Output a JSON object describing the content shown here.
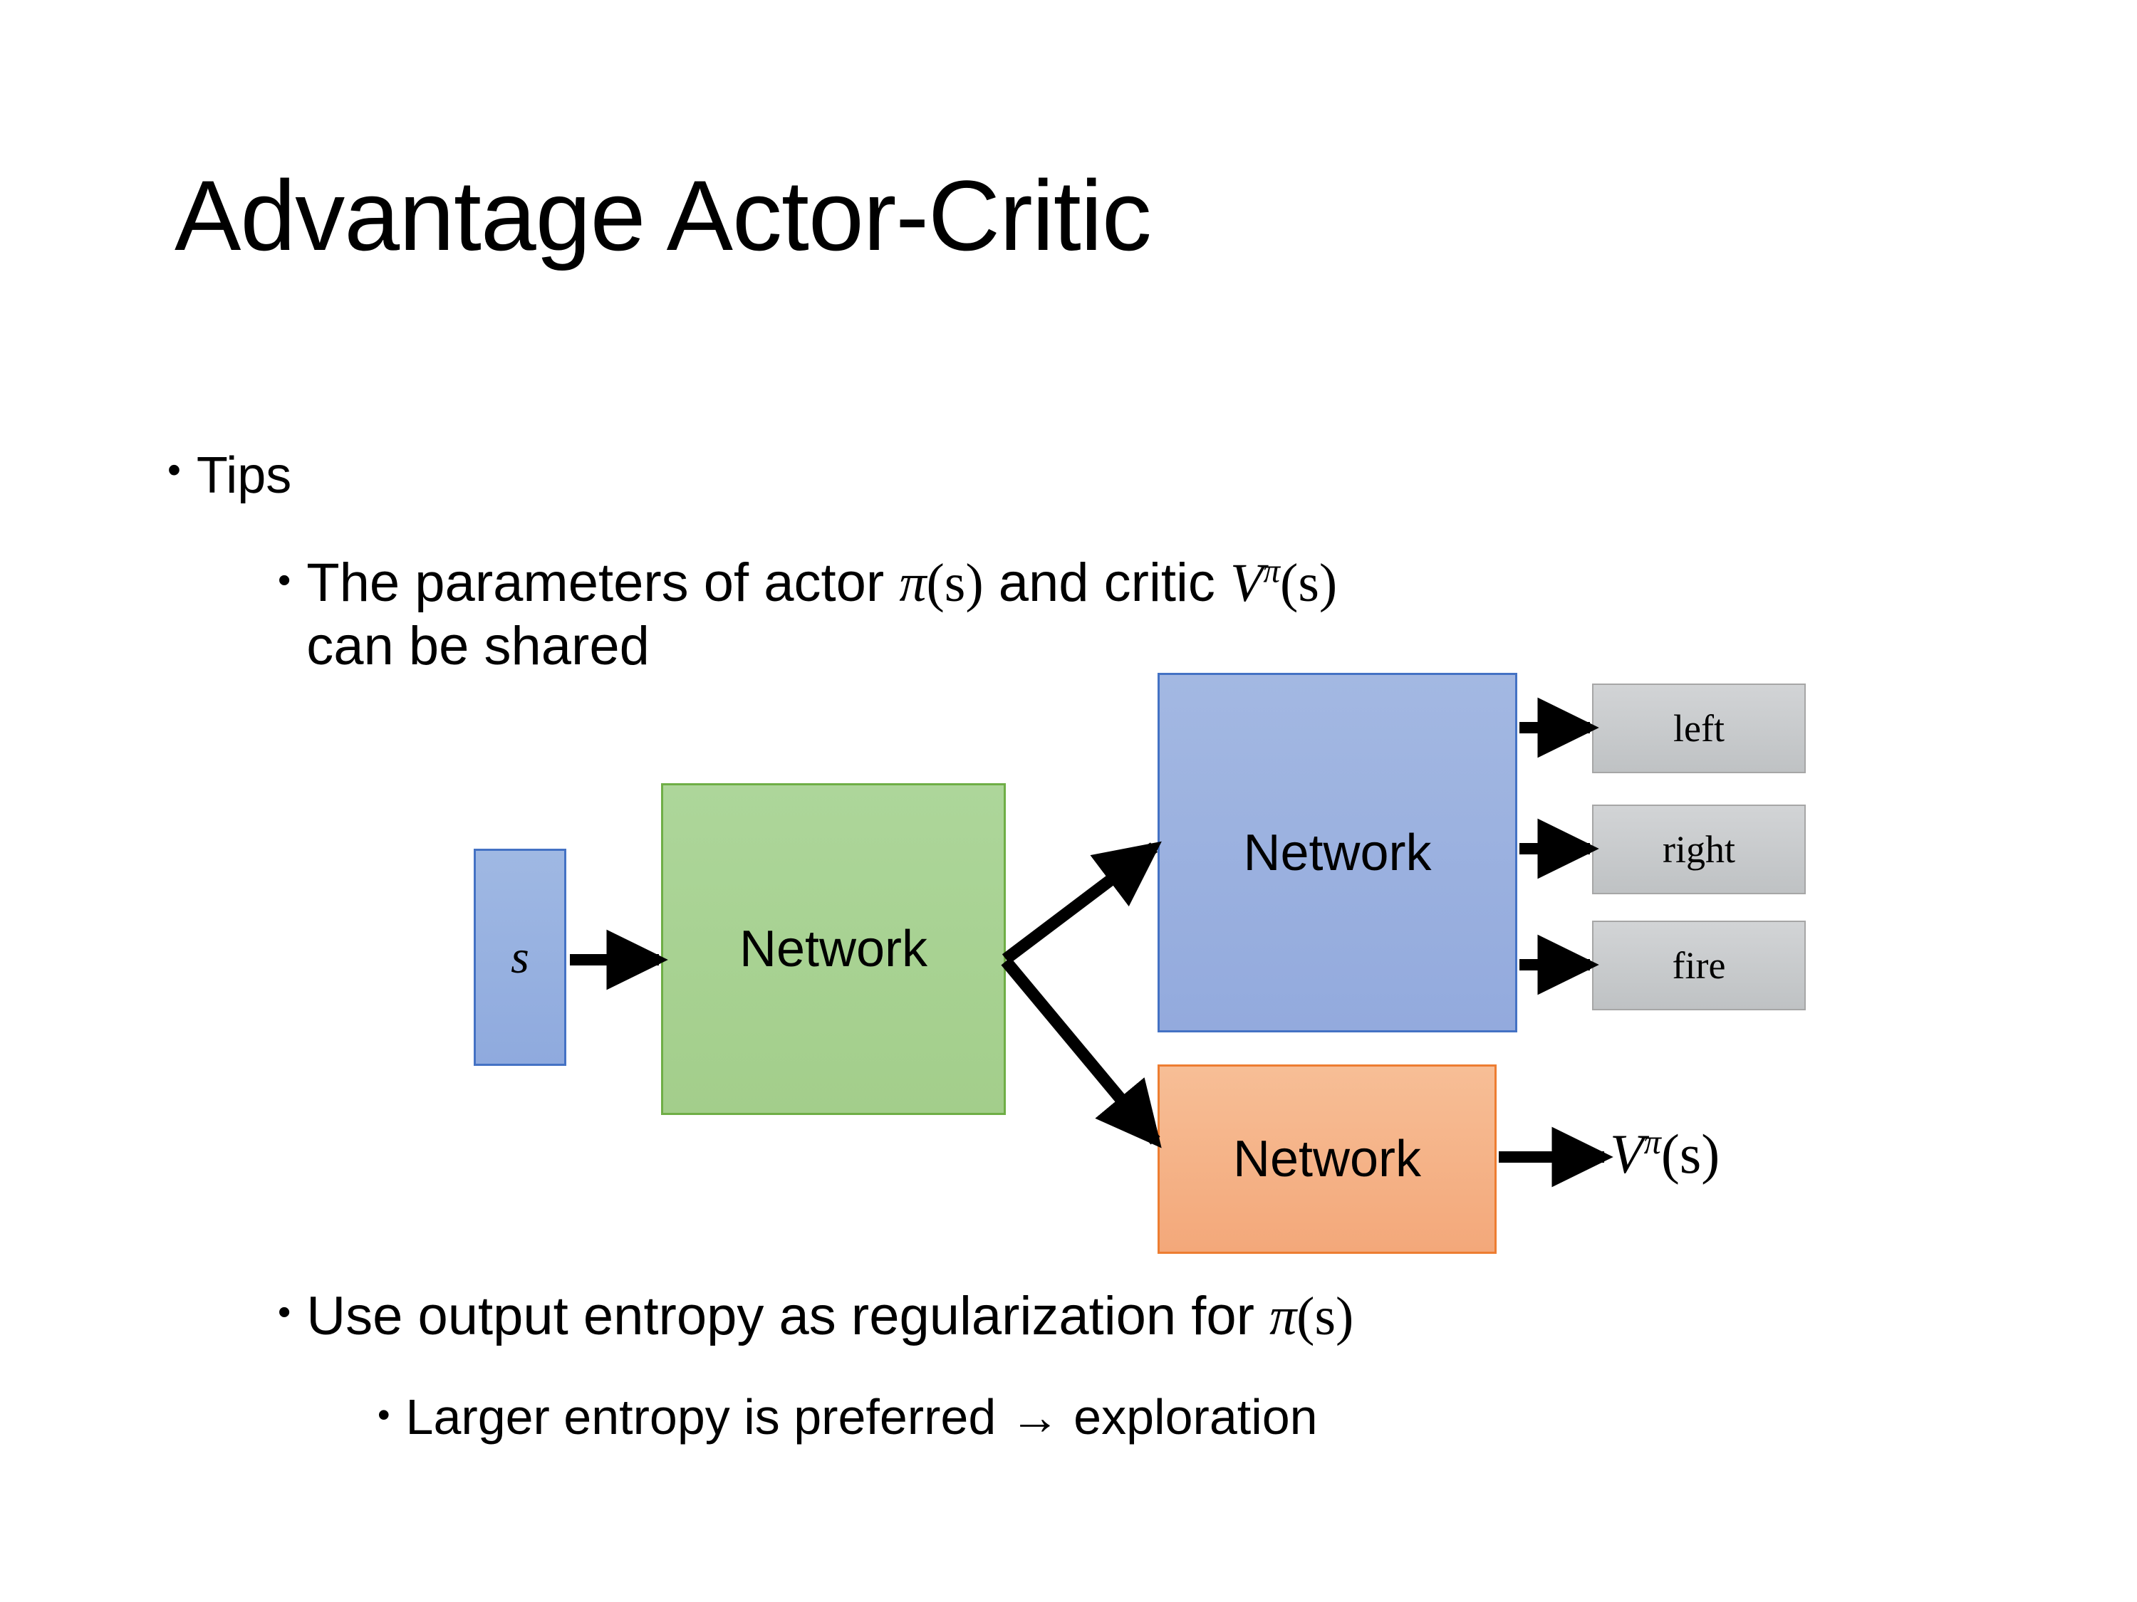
{
  "slide": {
    "title": "Advantage Actor-Critic",
    "background_color": "#ffffff",
    "text_color": "#000000"
  },
  "bullets": {
    "level1": {
      "marker": "•",
      "text": "Tips"
    },
    "level2_params": {
      "marker": "•",
      "line1_part1": "The parameters of actor ",
      "line1_math1_base": "π",
      "line1_math1_args": "(s)",
      "line1_part2": "  and critic ",
      "line1_math2_base": "V",
      "line1_math2_sup": "π",
      "line1_math2_args": "(s)",
      "line2": "can be shared",
      "full_text": "The parameters of actor π(s)  and critic Vπ(s) can be shared"
    },
    "level2_entropy": {
      "marker": "•",
      "text_prefix": "Use output entropy as regularization for ",
      "math_base": "π",
      "math_args": "(s)",
      "full_text": "Use output entropy as regularization for π(s)"
    },
    "level3_larger": {
      "marker": "•",
      "text": "Larger entropy is preferred → exploration"
    }
  },
  "diagram": {
    "input_box": {
      "label": "s",
      "fill": "#95AEDC",
      "border": "#4472C4"
    },
    "shared_network": {
      "label": "Network",
      "fill": "#A9D08E",
      "border": "#70AD47"
    },
    "actor_network": {
      "label": "Network",
      "fill": "#9BB0DF",
      "border": "#4472C4"
    },
    "critic_network": {
      "label": "Network",
      "fill": "#F4B183",
      "border": "#ED7D31"
    },
    "actions": [
      {
        "label": "left",
        "fill": "#C9CBCD",
        "border": "#A6A6A6"
      },
      {
        "label": "right",
        "fill": "#C9CBCD",
        "border": "#A6A6A6"
      },
      {
        "label": "fire",
        "fill": "#C9CBCD",
        "border": "#A6A6A6"
      }
    ],
    "value_output": {
      "base": "V",
      "superscript": "π",
      "args": "(s)",
      "full_text": "Vπ(s)"
    },
    "arrow_color": "#000000",
    "arrow_count": 6
  }
}
